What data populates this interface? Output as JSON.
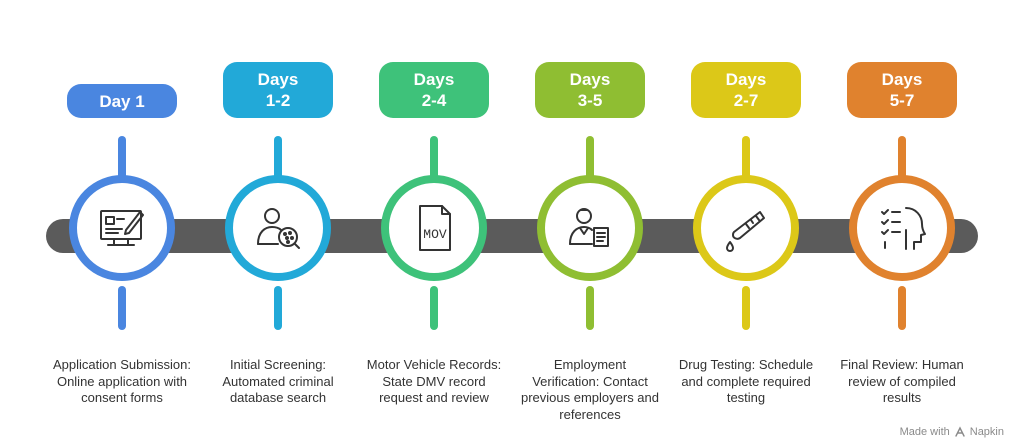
{
  "colors": {
    "bar": "#5b5b5b",
    "steps": [
      "#4a86e0",
      "#22a9d8",
      "#3ec27a",
      "#8fbe32",
      "#dcc818",
      "#e0822e"
    ]
  },
  "steps": [
    {
      "label_line1": "Day 1",
      "label_line2": "",
      "icon": "application-form-icon",
      "description": "Application Submission: Online application with consent forms"
    },
    {
      "label_line1": "Days",
      "label_line2": "1-2",
      "icon": "person-search-icon",
      "description": "Initial Screening: Automated criminal database search"
    },
    {
      "label_line1": "Days",
      "label_line2": "2-4",
      "icon": "mov-file-icon",
      "description": "Motor Vehicle Records: State DMV record request and review"
    },
    {
      "label_line1": "Days",
      "label_line2": "3-5",
      "icon": "employee-document-icon",
      "description": "Employment Verification: Contact previous employers and references"
    },
    {
      "label_line1": "Days",
      "label_line2": "2-7",
      "icon": "test-tube-icon",
      "description": "Drug Testing: Schedule and complete required testing"
    },
    {
      "label_line1": "Days",
      "label_line2": "5-7",
      "icon": "human-review-icon",
      "description": "Final Review: Human review of compiled results"
    }
  ],
  "icon_texts": {
    "mov": "MOV"
  },
  "brand": {
    "made_with": "Made with",
    "name": "Napkin"
  }
}
